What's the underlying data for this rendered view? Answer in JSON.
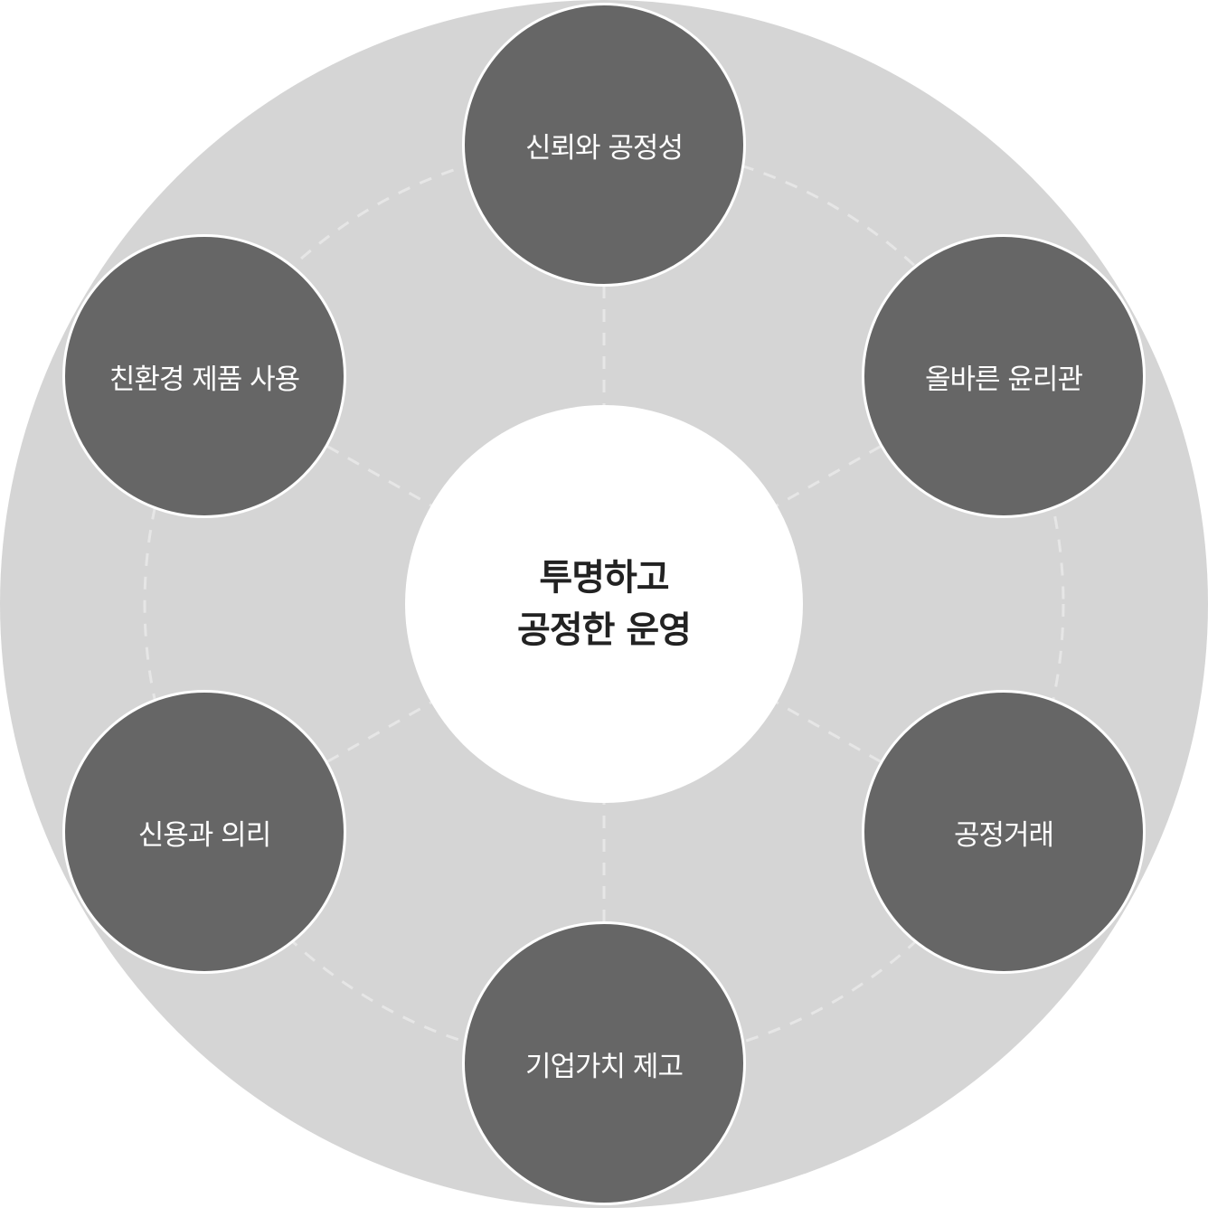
{
  "center": {
    "line1": "투명하고",
    "line2": "공정한 운영"
  },
  "nodes": [
    {
      "label": "신뢰와 공정성"
    },
    {
      "label": "올바른 윤리관"
    },
    {
      "label": "공정거래"
    },
    {
      "label": "기업가치 제고"
    },
    {
      "label": "신용과 의리"
    },
    {
      "label": "친환경 제품 사용"
    }
  ],
  "colors": {
    "background": "#d5d5d5",
    "node": "#666666",
    "dash": "#e6e6e6"
  }
}
